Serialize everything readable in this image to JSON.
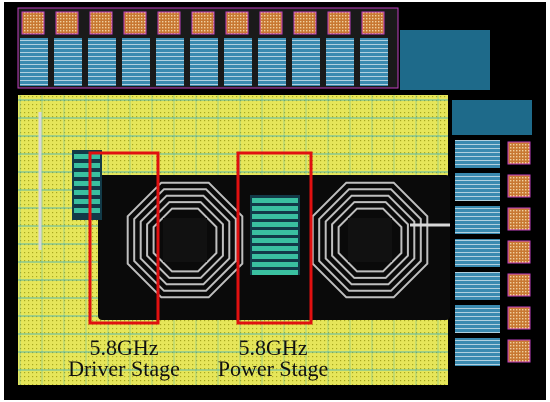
{
  "annotations": {
    "driver": {
      "line1": "5.8GHz",
      "line2": "Driver Stage"
    },
    "power": {
      "line1": "5.8GHz",
      "line2": "Power Stage"
    }
  },
  "colors": {
    "background": "#000000",
    "fill": "#e8e85a",
    "grid": "#2aa8c8",
    "pad": "#c87832",
    "frame": "#c040c0",
    "highlight": "#e01010",
    "metal": "#d8d8d8"
  }
}
